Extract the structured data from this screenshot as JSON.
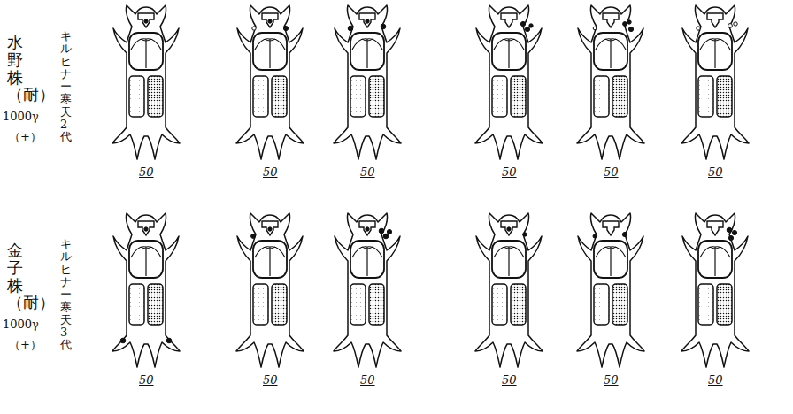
{
  "diagram": {
    "labels": [
      "水野株（耐）",
      "キルヒナー寒天2代",
      "1000γ",
      "（+）",
      "50",
      "50",
      "50",
      "50",
      "50",
      "50",
      "金子株（耐）",
      "キルヒナー寒天3代",
      "1000γ",
      "（+）",
      "50",
      "50",
      "50",
      "50",
      "50",
      "50"
    ]
  }
}
